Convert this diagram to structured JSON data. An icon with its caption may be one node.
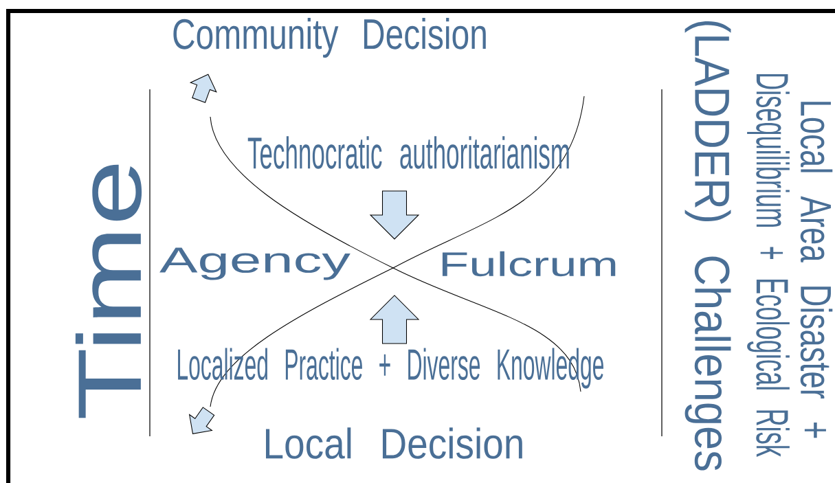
{
  "diagram": {
    "labels": [
      "Community Decision",
      "Technocratic authoritarianism",
      "Time",
      "Agency",
      "Fulcrum",
      "Localized Practice + Diverse Knowledge",
      "Local Decision",
      "(LADDER) Challenges",
      "Disequilibrium + Ecological Risk",
      "Local Area Disaster +"
    ]
  }
}
